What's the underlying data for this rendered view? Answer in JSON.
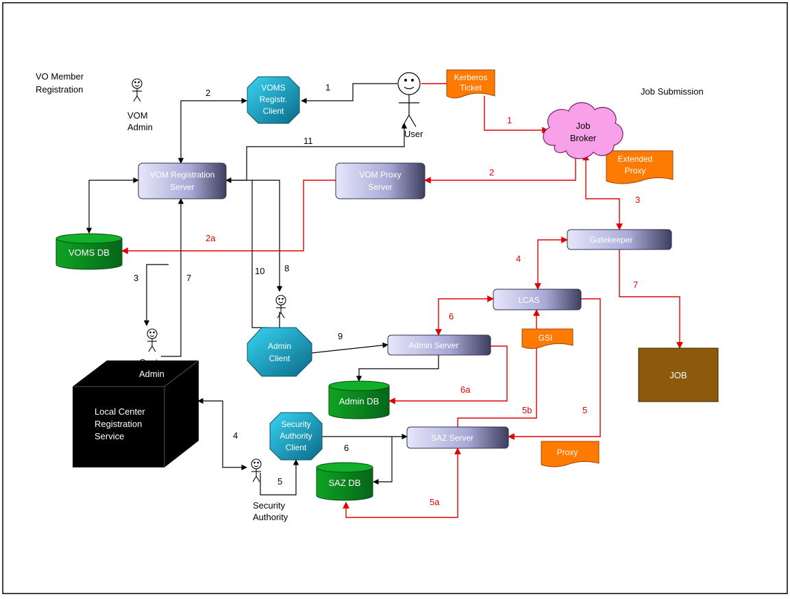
{
  "sections": {
    "vo_member": [
      "VO Member",
      "Registration"
    ],
    "job_submission": "Job Submission"
  },
  "actors": {
    "vom_admin": [
      "VOM",
      "Admin"
    ],
    "user": "User",
    "center_admin": [
      "Center",
      "Admin"
    ],
    "security_authority": [
      "Security",
      "Authority"
    ]
  },
  "nodes": {
    "voms_client": [
      "VOMS",
      "Registr.",
      "Client"
    ],
    "vom_reg_server": [
      "VOM Registration",
      "Server"
    ],
    "vom_proxy_server": [
      "VOM Proxy",
      "Server"
    ],
    "voms_db": "VOMS DB",
    "job_broker": [
      "Job",
      "Broker"
    ],
    "gatekeeper": "Gatekeeper",
    "lcas": "LCAS",
    "admin_client": [
      "Admin",
      "Client"
    ],
    "admin_server": "Admin Server",
    "admin_db": "Admin DB",
    "job": "JOB",
    "local_center": [
      "Local Center",
      "Registration",
      "Service"
    ],
    "sec_auth_client": [
      "Security",
      "Authority",
      "Client"
    ],
    "saz_server": "SAZ Server",
    "saz_db": "SAZ DB"
  },
  "tags": {
    "kerberos": [
      "Kerberos",
      "Ticket"
    ],
    "extended_proxy": [
      "Extended",
      "Proxy"
    ],
    "gsi": "GSI",
    "proxy": "Proxy"
  },
  "edge_labels": {
    "black_1": "1",
    "black_2": "2",
    "black_11": "11",
    "black_3": "3",
    "black_7": "7",
    "black_10": "10",
    "black_8": "8",
    "black_9": "9",
    "black_4": "4",
    "black_5": "5",
    "black_6": "6",
    "red_1": "1",
    "red_2": "2",
    "red_2a": "2a",
    "red_3": "3",
    "red_4": "4",
    "red_6": "6",
    "red_6a": "6a",
    "red_7": "7",
    "red_5": "5",
    "red_5b": "5b",
    "red_5a": "5a"
  },
  "colors": {
    "red": "#e00000",
    "orange": "#ff7a00",
    "teal": "#1a8fa8",
    "green": "#0b8a1c",
    "lavender": "#c8c8ee",
    "job_brown": "#8b5a0c",
    "broker_pink": "#f8a0e8"
  }
}
